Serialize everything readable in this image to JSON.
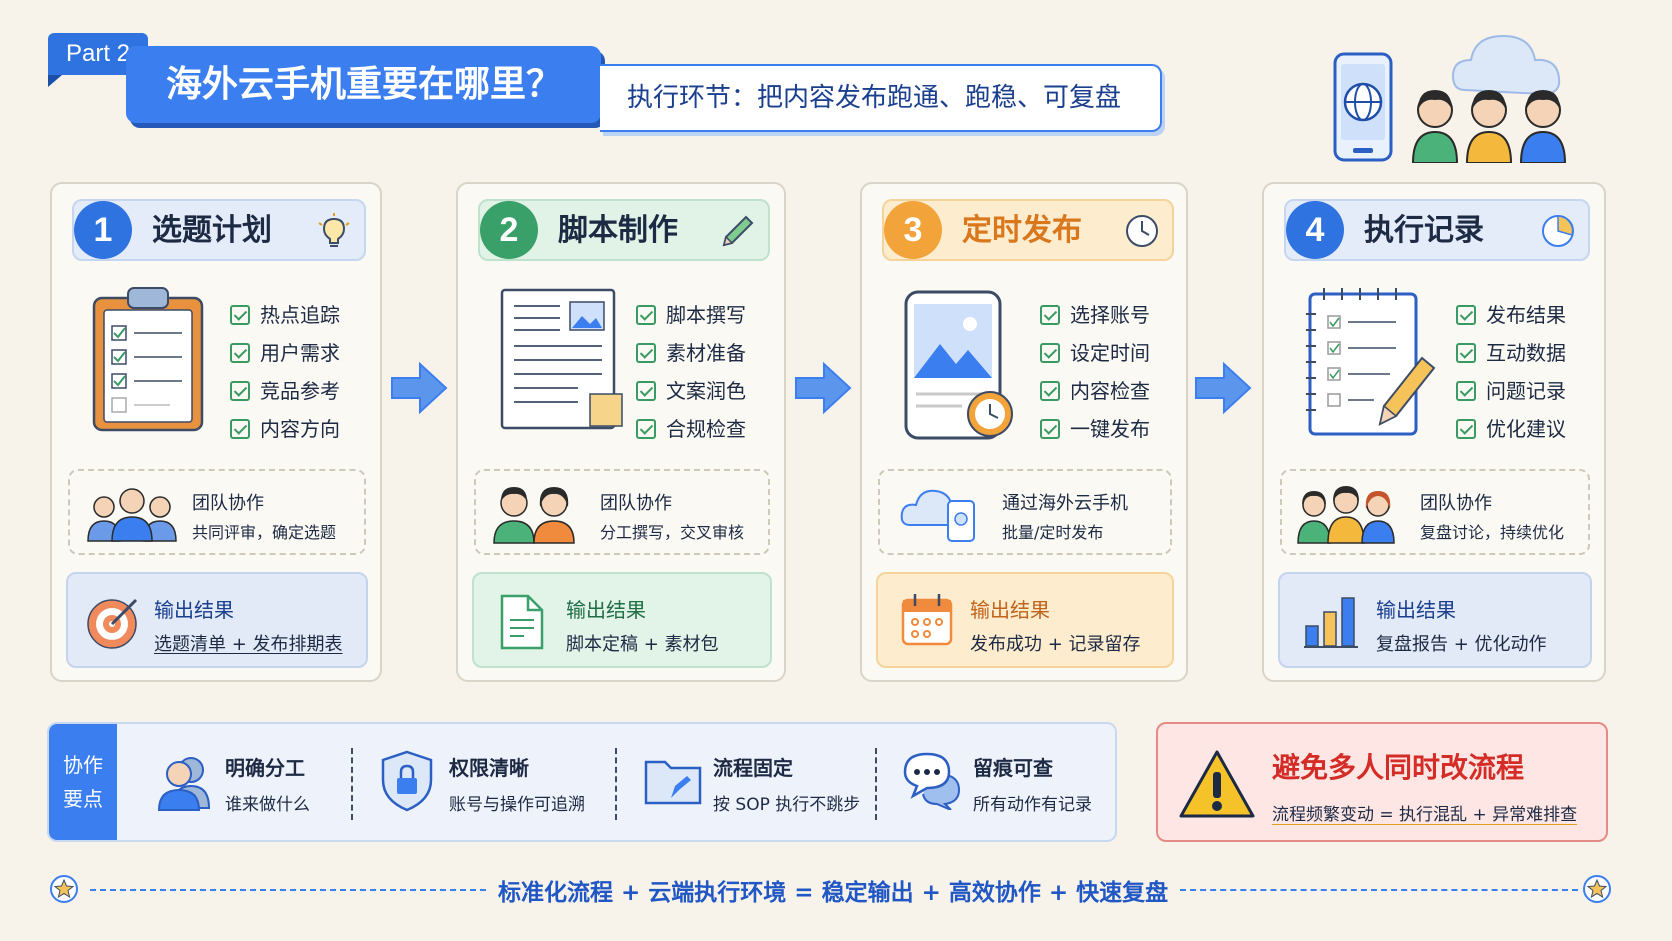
{
  "header": {
    "part_label": "Part 2",
    "title": "海外云手机重要在哪里？",
    "subtitle": "执行环节：把内容发布跑通、跑稳、可复盘"
  },
  "steps": [
    {
      "num": "1",
      "title": "选题计划",
      "color": "#2f73e0",
      "icon": "lightbulb-icon",
      "checks": [
        "热点追踪",
        "用户需求",
        "竞品参考",
        "内容方向"
      ],
      "team_title": "团队协作",
      "team_desc": "共同评审，确定选题",
      "out_title": "输出结果",
      "out_desc": "选题清单 + 发布排期表"
    },
    {
      "num": "2",
      "title": "脚本制作",
      "color": "#3aa06a",
      "icon": "pencil-icon",
      "checks": [
        "脚本撰写",
        "素材准备",
        "文案润色",
        "合规检查"
      ],
      "team_title": "团队协作",
      "team_desc": "分工撰写，交叉审核",
      "out_title": "输出结果",
      "out_desc": "脚本定稿 + 素材包"
    },
    {
      "num": "3",
      "title": "定时发布",
      "color": "#f2a33a",
      "icon": "clock-icon",
      "checks": [
        "选择账号",
        "设定时间",
        "内容检查",
        "一键发布"
      ],
      "team_title": "通过海外云手机",
      "team_desc": "批量/定时发布",
      "out_title": "输出结果",
      "out_desc": "发布成功 + 记录留存"
    },
    {
      "num": "4",
      "title": "执行记录",
      "color": "#2f73e0",
      "icon": "pie-chart-icon",
      "checks": [
        "发布结果",
        "互动数据",
        "问题记录",
        "优化建议"
      ],
      "team_title": "团队协作",
      "team_desc": "复盘讨论，持续优化",
      "out_title": "输出结果",
      "out_desc": "复盘报告 + 优化动作"
    }
  ],
  "collab": {
    "tag": [
      "协作",
      "要点"
    ],
    "items": [
      {
        "title": "明确分工",
        "desc": "谁来做什么",
        "icon": "team-icon"
      },
      {
        "title": "权限清晰",
        "desc": "账号与操作可追溯",
        "icon": "shield-lock-icon"
      },
      {
        "title": "流程固定",
        "desc": "按 SOP 执行不跳步",
        "icon": "folder-icon"
      },
      {
        "title": "留痕可查",
        "desc": "所有动作有记录",
        "icon": "chat-bubbles-icon"
      }
    ]
  },
  "warning": {
    "title": "避免多人同时改流程",
    "desc": "流程频繁变动 = 执行混乱 + 异常难排查",
    "icon": "warning-icon"
  },
  "footer": "标准化流程 + 云端执行环境 = 稳定输出 + 高效协作 + 快速复盘"
}
